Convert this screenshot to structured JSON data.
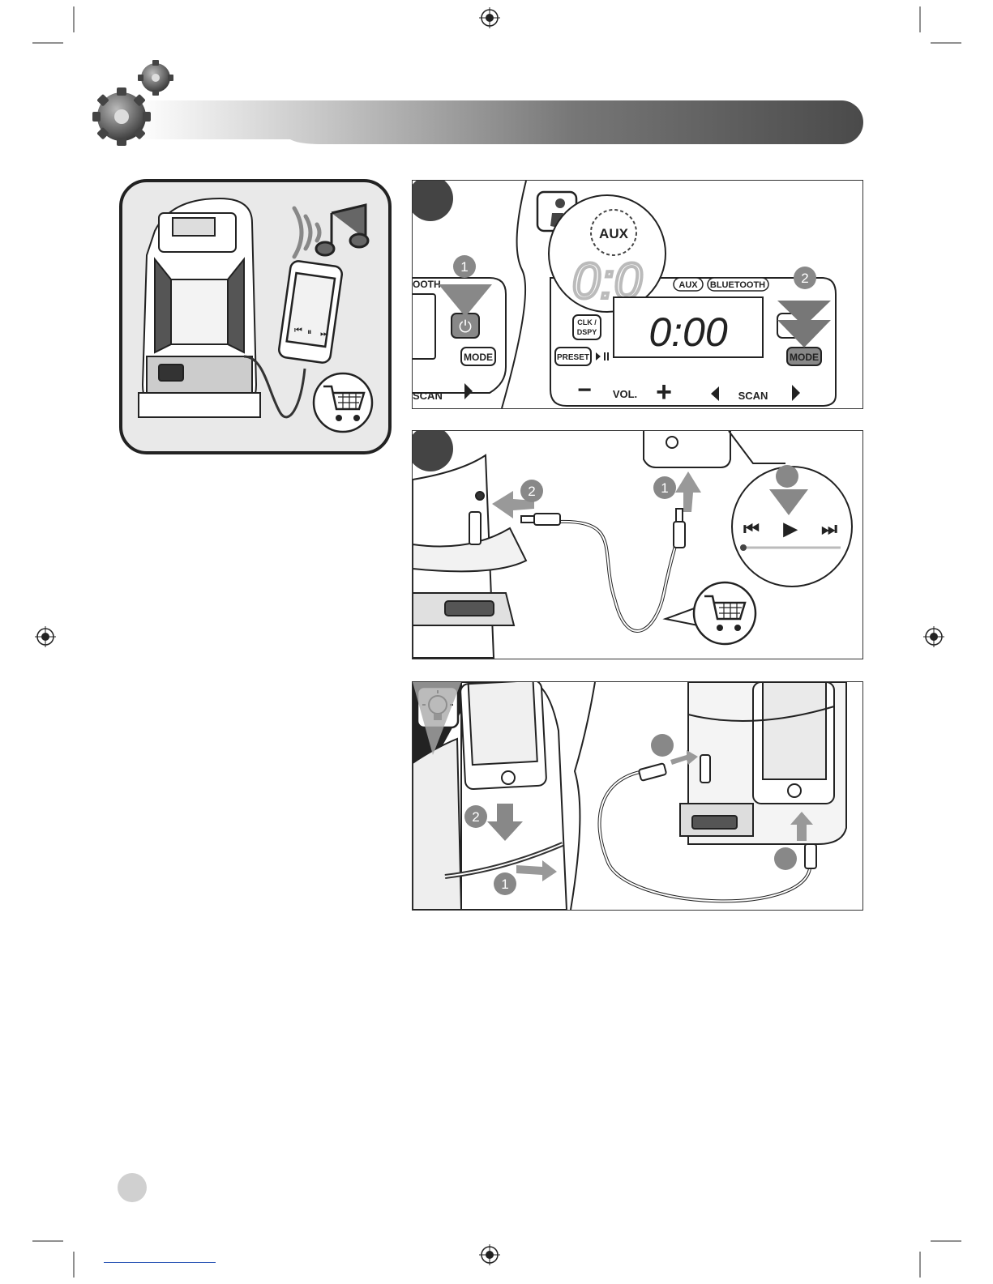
{
  "overview": {
    "icons": [
      "radio-speaker-icon",
      "sound-waves-icon",
      "music-note-icon",
      "smartphone-icon",
      "shopping-cart-icon"
    ],
    "phone_controls": [
      "⏮",
      "⏸",
      "⏭"
    ]
  },
  "step_a": {
    "labels": {
      "bluetooth_left": "OOTH",
      "mode_left": "MODE",
      "scan_left": "SCAN",
      "aux_zoom": "AUX",
      "zoom_digits": "0:0",
      "aux": "AUX",
      "bluetooth": "BLUETOOTH",
      "clk": "CLK /",
      "dspy": "DSPY",
      "display": "0:00",
      "preset": "PRESET",
      "minus": "−",
      "vol": "VOL.",
      "plus": "+",
      "scan": "SCAN",
      "mode_right": "MODE",
      "power_symbol": "⏻"
    },
    "callouts": [
      "1",
      "2"
    ]
  },
  "step_b": {
    "callouts": [
      "2",
      "1"
    ],
    "player_controls": [
      "⏮",
      "▶",
      "⏭"
    ]
  },
  "tip": {
    "callouts": [
      "2",
      "1"
    ]
  }
}
